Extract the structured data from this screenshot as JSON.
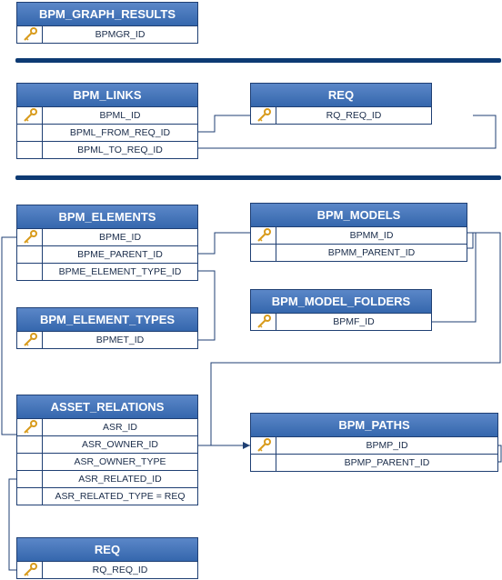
{
  "tables": {
    "graph_results": {
      "title": "BPM_GRAPH_RESULTS",
      "rows": [
        "BPMGR_ID"
      ]
    },
    "links": {
      "title": "BPM_LINKS",
      "rows": [
        "BPML_ID",
        "BPML_FROM_REQ_ID",
        "BPML_TO_REQ_ID"
      ]
    },
    "req_top": {
      "title": "REQ",
      "rows": [
        "RQ_REQ_ID"
      ]
    },
    "elements": {
      "title": "BPM_ELEMENTS",
      "rows": [
        "BPME_ID",
        "BPME_PARENT_ID",
        "BPME_ELEMENT_TYPE_ID"
      ]
    },
    "models": {
      "title": "BPM_MODELS",
      "rows": [
        "BPMM_ID",
        "BPMM_PARENT_ID"
      ]
    },
    "model_folders": {
      "title": "BPM_MODEL_FOLDERS",
      "rows": [
        "BPMF_ID"
      ]
    },
    "element_types": {
      "title": "BPM_ELEMENT_TYPES",
      "rows": [
        "BPMET_ID"
      ]
    },
    "asset_relations": {
      "title": "ASSET_RELATIONS",
      "rows": [
        "ASR_ID",
        "ASR_OWNER_ID",
        "ASR_OWNER_TYPE",
        "ASR_RELATED_ID",
        "ASR_RELATED_TYPE = REQ"
      ]
    },
    "paths": {
      "title": "BPM_PATHS",
      "rows": [
        "BPMP_ID",
        "BPMP_PARENT_ID"
      ]
    },
    "req_bottom": {
      "title": "REQ",
      "rows": [
        "RQ_REQ_ID"
      ]
    }
  },
  "icons": {
    "primary_key": "key-icon"
  },
  "colors": {
    "header": "#3d6fb5",
    "border": "#1f3f73",
    "separator": "#0d3a73"
  }
}
